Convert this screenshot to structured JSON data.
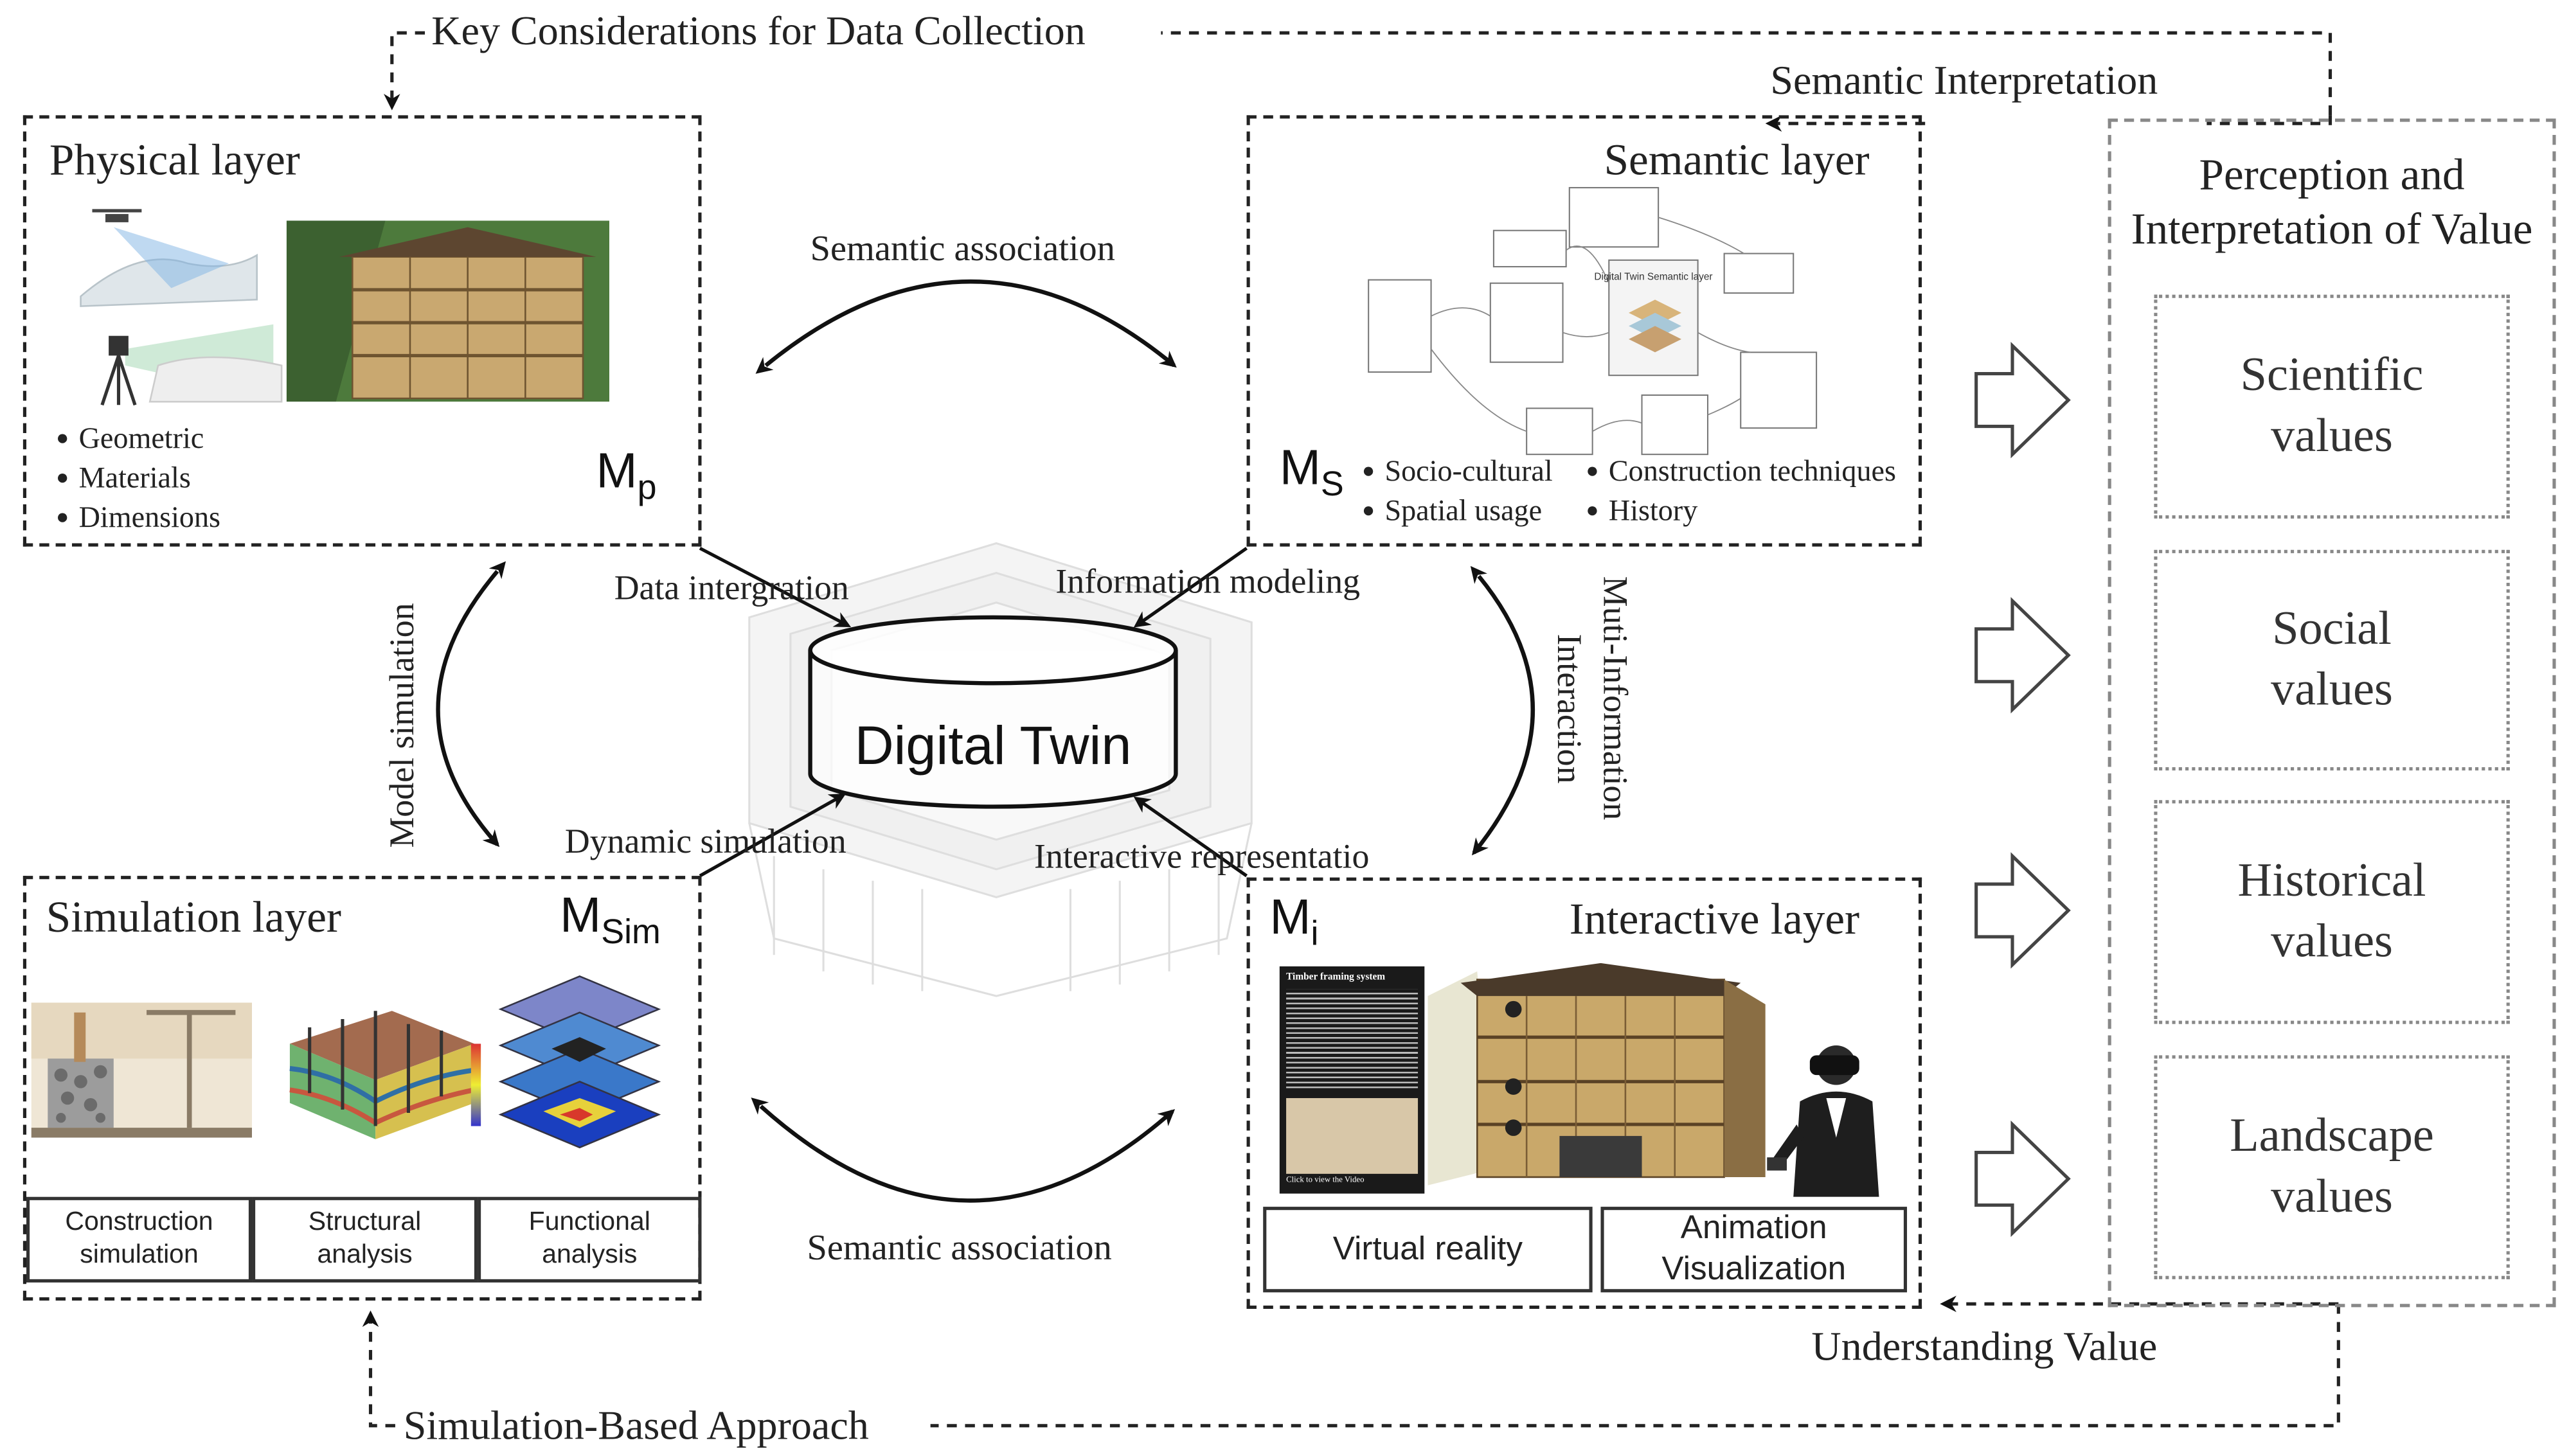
{
  "loops": {
    "top": "Key Considerations for Data Collection",
    "semantic_interpretation": "Semantic Interpretation",
    "understanding_value": "Understanding Value",
    "bottom": "Simulation-Based Approach"
  },
  "center": {
    "title": "Digital Twin"
  },
  "arcs": {
    "top": "Semantic association",
    "bottom": "Semantic association",
    "left": "Model simulation",
    "right_line1": "Muti-Information",
    "right_line2": "Interaction"
  },
  "flows": {
    "data_integration": "Data intergration",
    "information_modeling": "Information modeling",
    "dynamic_simulation": "Dynamic simulation",
    "interactive_representation": "Interactive representatio"
  },
  "physical": {
    "title": "Physical layer",
    "symbol": "M",
    "subscript": "p",
    "bullets": [
      "Geometric",
      "Materials",
      "Dimensions"
    ]
  },
  "semantic": {
    "title": "Semantic layer",
    "symbol": "M",
    "subscript": "S",
    "bullets": [
      "Socio-cultural",
      "Construction techniques",
      "Spatial usage",
      "History"
    ],
    "diagram_center": "Digital Twin Semantic layer"
  },
  "simulation": {
    "title": "Simulation layer",
    "symbol": "M",
    "subscript": "Sim",
    "boxes": [
      {
        "line1": "Construction",
        "line2": "simulation"
      },
      {
        "line1": "Structural",
        "line2": "analysis"
      },
      {
        "line1": "Functional",
        "line2": "analysis"
      }
    ]
  },
  "interactive": {
    "title": "Interactive layer",
    "symbol": "M",
    "subscript": "i",
    "boxes": [
      {
        "line1": "Virtual reality",
        "line2": ""
      },
      {
        "line1": "Animation",
        "line2": "Visualization"
      }
    ],
    "info_card_title": "Timber framing system",
    "info_card_footer": "Click to view the Video"
  },
  "values_panel": {
    "title_line1": "Perception and",
    "title_line2": "Interpretation of Value",
    "items": [
      {
        "line1": "Scientific",
        "line2": "values"
      },
      {
        "line1": "Social",
        "line2": "values"
      },
      {
        "line1": "Historical",
        "line2": "values"
      },
      {
        "line1": "Landscape",
        "line2": "values"
      }
    ]
  }
}
